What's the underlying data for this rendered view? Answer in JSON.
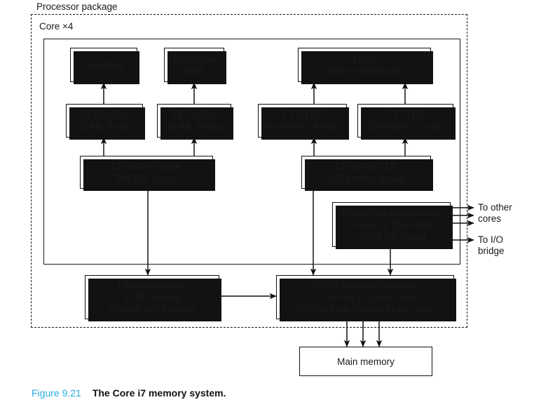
{
  "figure": {
    "number": "Figure 9.21",
    "title": "The Core i7 memory system.",
    "accent_color": "#29abe2",
    "line_color": "#121212",
    "background": "#ffffff"
  },
  "containers": {
    "package": {
      "label": "Processor package",
      "style": "dashed"
    },
    "core": {
      "label": "Core ×4",
      "style": "solid"
    }
  },
  "blocks": {
    "registers": {
      "line1": "Registers"
    },
    "instruction_fetch": {
      "line1": "Instruction",
      "line2": "fetch"
    },
    "mmu": {
      "line1": "MMU",
      "line2": "(addr translation)"
    },
    "l1_dcache": {
      "line1": "L1 d-cache",
      "line2": "32 KB, 8-way"
    },
    "l1_icache": {
      "line1": "L1 i-cache",
      "line2": "32 KB, 8-way"
    },
    "l1_dtlb": {
      "line1": "L1 d-TLB",
      "line2": "64 entries, 4-way"
    },
    "l1_itlb": {
      "line1": "L1 i-TLB",
      "line2": "128 entries, 4-way"
    },
    "l2_cache": {
      "line1": "L2 unified cache",
      "line2": "256 KB, 8-way"
    },
    "l2_tlb": {
      "line1": "L2 unified TLB",
      "line2": "512 entries, 4-way"
    },
    "quickpath": {
      "line1": "QuickPath interconnect",
      "line2": "4 links @ 25.6 GB/s",
      "line3": "102.4 GB/s total"
    },
    "l3_cache": {
      "line1": "L3 unified cache",
      "line2": "8 MB, 16-way",
      "line3": "(shared by all cores)"
    },
    "ddr3": {
      "line1": "DDR3 memory controller",
      "line2": "3 × 64 bit @ 10.66 GB/s",
      "line3": "32 GB/s total (shared by all cores)"
    },
    "main_memory": {
      "line1": "Main memory"
    }
  },
  "side_labels": {
    "other_cores": "To other\ncores",
    "io_bridge": "To I/O\nbridge"
  },
  "chart_data": {
    "type": "diagram",
    "title": "The Core i7 memory system.",
    "nodes": [
      {
        "id": "registers",
        "label": "Registers",
        "group": "core"
      },
      {
        "id": "instruction_fetch",
        "label": "Instruction fetch",
        "group": "core"
      },
      {
        "id": "mmu",
        "label": "MMU (addr translation)",
        "group": "core"
      },
      {
        "id": "l1_dcache",
        "label": "L1 d-cache 32 KB, 8-way",
        "group": "core"
      },
      {
        "id": "l1_icache",
        "label": "L1 i-cache 32 KB, 8-way",
        "group": "core"
      },
      {
        "id": "l1_dtlb",
        "label": "L1 d-TLB 64 entries, 4-way",
        "group": "core"
      },
      {
        "id": "l1_itlb",
        "label": "L1 i-TLB 128 entries, 4-way",
        "group": "core"
      },
      {
        "id": "l2_cache",
        "label": "L2 unified cache 256 KB, 8-way",
        "group": "core"
      },
      {
        "id": "l2_tlb",
        "label": "L2 unified TLB 512 entries, 4-way",
        "group": "core"
      },
      {
        "id": "quickpath",
        "label": "QuickPath interconnect 4 links @ 25.6 GB/s, 102.4 GB/s total",
        "group": "package"
      },
      {
        "id": "l3_cache",
        "label": "L3 unified cache 8 MB, 16-way (shared by all cores)",
        "group": "package"
      },
      {
        "id": "ddr3",
        "label": "DDR3 memory controller 3 x 64 bit @ 10.66 GB/s, 32 GB/s total (shared by all cores)",
        "group": "package"
      },
      {
        "id": "main_memory",
        "label": "Main memory",
        "group": "external"
      }
    ],
    "edges": [
      {
        "from": "l1_dcache",
        "to": "registers",
        "arrow": "both"
      },
      {
        "from": "l1_icache",
        "to": "instruction_fetch",
        "arrow": "single"
      },
      {
        "from": "l1_dtlb",
        "to": "mmu",
        "arrow": "both"
      },
      {
        "from": "l1_itlb",
        "to": "mmu",
        "arrow": "single"
      },
      {
        "from": "l2_cache",
        "to": "l1_dcache",
        "arrow": "single"
      },
      {
        "from": "l2_cache",
        "to": "l1_icache",
        "arrow": "single"
      },
      {
        "from": "l2_tlb",
        "to": "l1_dtlb",
        "arrow": "single"
      },
      {
        "from": "l2_tlb",
        "to": "l1_itlb",
        "arrow": "single"
      },
      {
        "from": "l2_cache",
        "to": "l3_cache",
        "arrow": "both"
      },
      {
        "from": "l2_tlb",
        "to": "ddr3",
        "arrow": "both"
      },
      {
        "from": "quickpath",
        "to": "ddr3",
        "arrow": "both"
      },
      {
        "from": "l3_cache",
        "to": "ddr3",
        "arrow": "both"
      },
      {
        "from": "ddr3",
        "to": "main_memory",
        "arrow": "both",
        "count": 3
      },
      {
        "from": "quickpath",
        "to": "other cores",
        "arrow": "both",
        "count": 3
      },
      {
        "from": "quickpath",
        "to": "I/O bridge",
        "arrow": "both",
        "count": 1
      }
    ]
  }
}
